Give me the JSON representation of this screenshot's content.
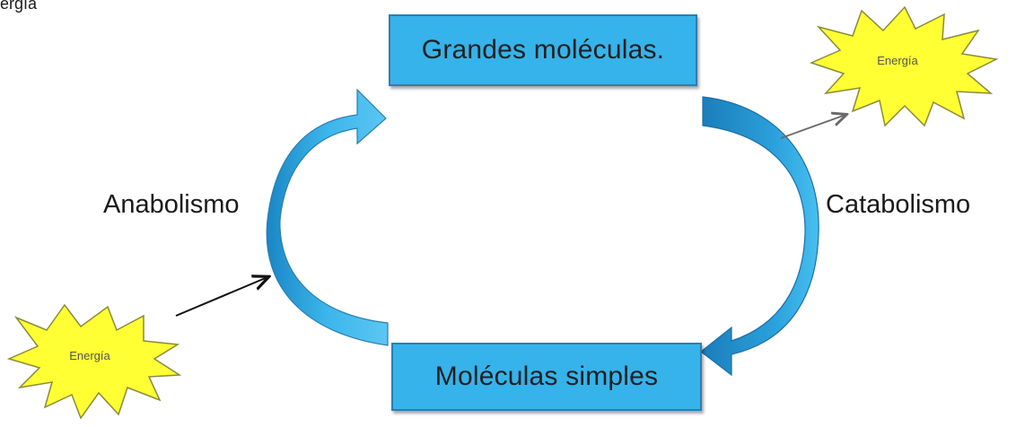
{
  "header": {
    "partial_text": "ergía"
  },
  "boxes": {
    "top": "Grandes moléculas.",
    "bottom": "Moléculas simples"
  },
  "labels": {
    "anabolism": "Anabolismo",
    "catabolism": "Catabolismo"
  },
  "energy": {
    "left": "Energía",
    "right": "Energía"
  },
  "colors": {
    "box_fill": "#35b3ea",
    "arrow_fill": "#35b3ea",
    "arrow_dark": "#1a7db8",
    "burst_fill": "#ffff33",
    "burst_stroke": "#8a8a3a"
  }
}
